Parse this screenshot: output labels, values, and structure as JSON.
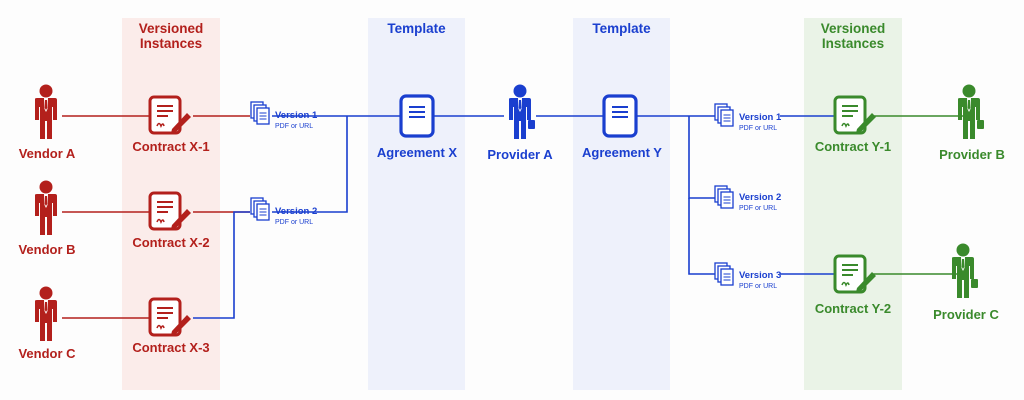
{
  "bands": {
    "left_title": "Versioned Instances",
    "template_x_title": "Template",
    "template_y_title": "Template",
    "right_title": "Versioned Instances"
  },
  "vendors": [
    {
      "label": "Vendor A"
    },
    {
      "label": "Vendor B"
    },
    {
      "label": "Vendor C"
    }
  ],
  "contracts_x": [
    {
      "label": "Contract X-1"
    },
    {
      "label": "Contract X-2"
    },
    {
      "label": "Contract X-3"
    }
  ],
  "versions_x": [
    {
      "label": "Version 1",
      "sub": "PDF or URL"
    },
    {
      "label": "Version 2",
      "sub": "PDF or URL"
    }
  ],
  "agreements": [
    {
      "label": "Agreement X"
    },
    {
      "label": "Agreement Y"
    }
  ],
  "provider_a": {
    "label": "Provider A"
  },
  "versions_y": [
    {
      "label": "Version 1",
      "sub": "PDF or URL"
    },
    {
      "label": "Version 2",
      "sub": "PDF or URL"
    },
    {
      "label": "Version 3",
      "sub": "PDF or URL"
    }
  ],
  "contracts_y": [
    {
      "label": "Contract Y-1"
    },
    {
      "label": "Contract Y-2"
    }
  ],
  "providers": [
    {
      "label": "Provider B"
    },
    {
      "label": "Provider C"
    }
  ],
  "colors": {
    "red": "#b3201c",
    "blue": "#1a3fcf",
    "green": "#3a8a2c",
    "band_red": "#fbecea",
    "band_blue": "#eef1fb",
    "band_green": "#eaf3e7"
  }
}
